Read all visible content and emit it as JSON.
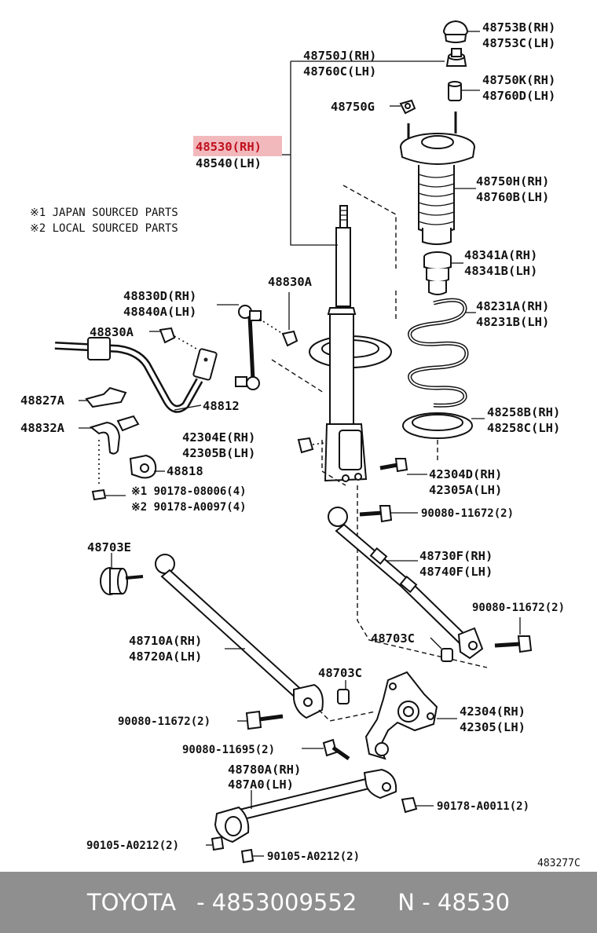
{
  "notes": {
    "japan": "※1 JAPAN SOURCED PARTS",
    "local": "※2 LOCAL SOURCED PARTS"
  },
  "labels": {
    "p48753b": "48753B(RH)",
    "p48753c": "48753C(LH)",
    "p48750j": "48750J(RH)",
    "p48760c": "48760C(LH)",
    "p48750k": "48750K(RH)",
    "p48760d": "48760D(LH)",
    "p48750g": "48750G",
    "p48530": "48530(RH)",
    "p48540": "48540(LH)",
    "p48750h": "48750H(RH)",
    "p48760b": "48760B(LH)",
    "p48341a": "48341A(RH)",
    "p48341b": "48341B(LH)",
    "p48830a_top": "48830A",
    "p48830d": "48830D(RH)",
    "p48840a": "48840A(LH)",
    "p48231a": "48231A(RH)",
    "p48231b": "48231B(LH)",
    "p48830a_left": "48830A",
    "p48827a": "48827A",
    "p48812": "48812",
    "p48258b": "48258B(RH)",
    "p48258c": "48258C(LH)",
    "p48832a": "48832A",
    "p42304e": "42304E(RH)",
    "p42305b": "42305B(LH)",
    "p48818": "48818",
    "p42304d": "42304D(RH)",
    "p42305a": "42305A(LH)",
    "p90178_08006": "※1 90178-08006(4)",
    "p90178_a0097": "※2 90178-A0097(4)",
    "p90080_11672_a": "90080-11672(2)",
    "p48703e": "48703E",
    "p48730f": "48730F(RH)",
    "p48740f": "48740F(LH)",
    "p90080_11672_b": "90080-11672(2)",
    "p48710a": "48710A(RH)",
    "p48720a": "48720A(LH)",
    "p48703c_a": "48703C",
    "p48703c_b": "48703C",
    "p42304": "42304(RH)",
    "p42305": "42305(LH)",
    "p90080_11672_c": "90080-11672(2)",
    "p90080_11695": "90080-11695(2)",
    "p48780a": "48780A(RH)",
    "p487a0": "487A0(LH)",
    "p90178_a0011": "90178-A0011(2)",
    "p90105_a0212_a": "90105-A0212(2)",
    "p90105_a0212_b": "90105-A0212(2)",
    "ref": "483277C"
  },
  "footer": {
    "brand": "TOYOTA",
    "part_number": "- 4853009552",
    "ref": "N - 48530"
  }
}
